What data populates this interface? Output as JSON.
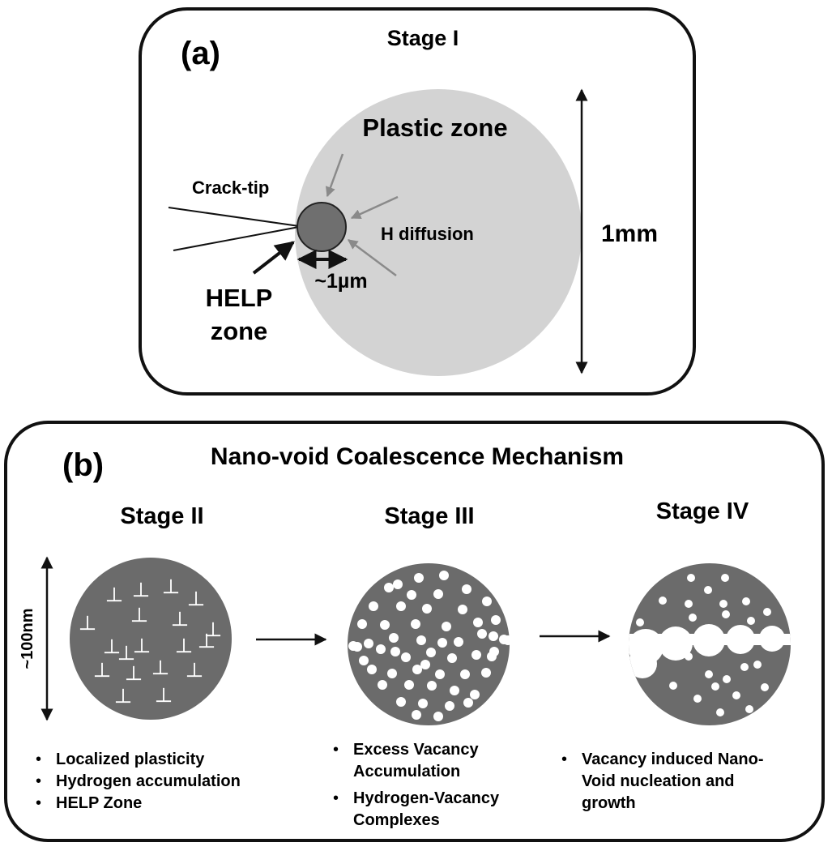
{
  "panel_a": {
    "label": "(a)",
    "title": "Stage I",
    "plastic_zone_label": "Plastic zone",
    "crack_tip_label": "Crack-tip",
    "h_diffusion_label": "H diffusion",
    "size_label": "1mm",
    "help_size_label": "~1µm",
    "help_zone_line1": "HELP",
    "help_zone_line2": "zone"
  },
  "panel_b": {
    "label": "(b)",
    "title": "Nano-void Coalescence Mechanism",
    "scale_label": "~100nm",
    "stages": [
      {
        "title": "Stage II",
        "bullets": [
          "Localized plasticity",
          "Hydrogen accumulation",
          "HELP Zone"
        ]
      },
      {
        "title": "Stage III",
        "bullets": [
          "Excess Vacancy",
          "Accumulation",
          "Hydrogen-Vacancy",
          "Complexes"
        ]
      },
      {
        "title": "Stage IV",
        "bullets": [
          "Vacancy induced Nano-",
          "Void nucleation and",
          "growth"
        ]
      }
    ]
  },
  "colors": {
    "plastic_zone_fill": "#d3d3d3",
    "help_zone_fill": "#6f6f6f",
    "disc_fill": "#6b6b6b",
    "diffusion_arrow": "#8a8a8a"
  }
}
